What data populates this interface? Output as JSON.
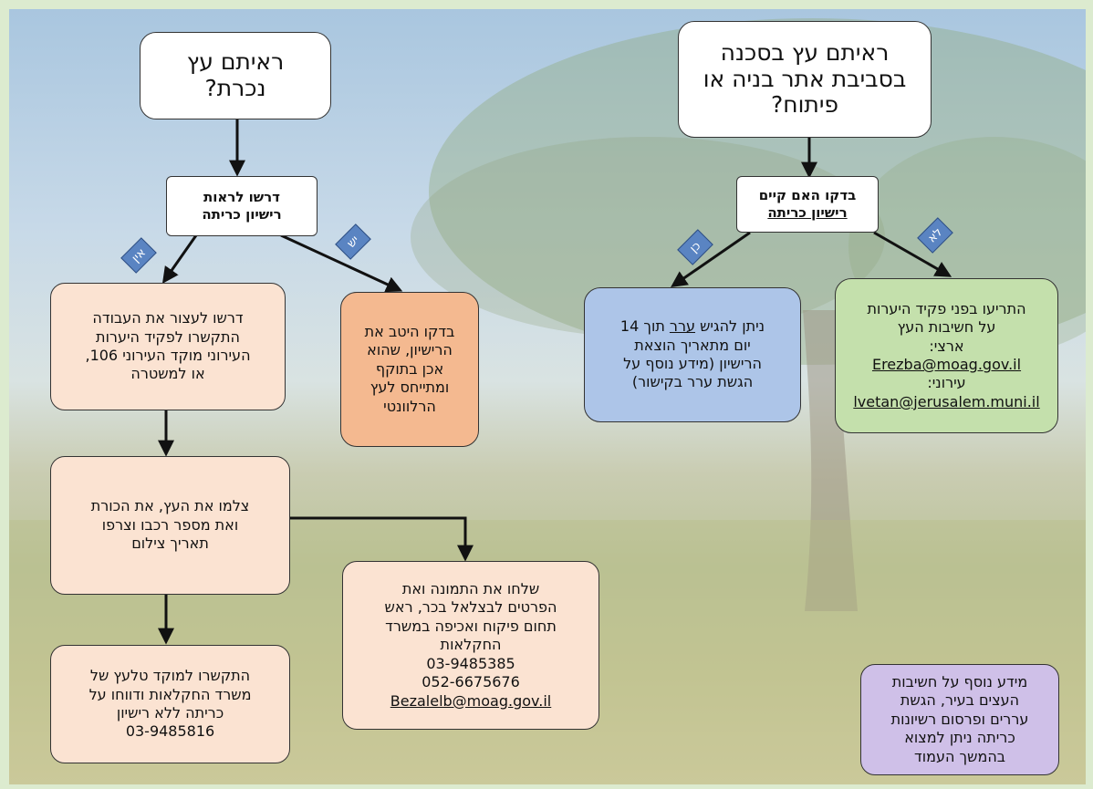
{
  "left_flow": {
    "question": [
      "ראיתם עץ",
      "נכרת?"
    ],
    "check": [
      "דרשו לראות",
      "רישיון כריתה"
    ],
    "branch_no": "אין",
    "branch_yes": "יש",
    "stop_work": [
      "דרשו לעצור את העבודה",
      "התקשרו לפקיד היערות",
      "העירוני מוקד העירוני 106,",
      "או למשטרה"
    ],
    "verify_license": [
      "בדקו היטב את",
      "הרישיון, שהוא",
      "אכן בתוקף",
      "ומתייחס לעץ",
      "הרלוונטי"
    ],
    "photograph": [
      "צלמו את העץ, את הכורת",
      "ואת מספר רכבו וצרפו",
      "תאריך צילום"
    ],
    "hotline": [
      "התקשרו למוקד טלעץ של",
      "משרד החקלאות ודווחו על",
      "כריתה ללא רישיון",
      "03-9485816"
    ],
    "send_photo": {
      "lines": [
        "שלחו את התמונה ואת",
        "הפרטים לבצלאל בכר, ראש",
        "תחום פיקוח ואכיפה במשרד",
        "החקלאות"
      ],
      "phone1": "03-9485385",
      "phone2": "052-6675676",
      "email": "Bezalelb@moag.gov.il"
    }
  },
  "right_flow": {
    "question": [
      "ראיתם עץ בסכנה",
      "בסביבת אתר בניה או",
      "פיתוח?"
    ],
    "check": {
      "line1": "בדקו האם קיים",
      "line2": "רישיון כריתה"
    },
    "branch_yes": "כן",
    "branch_no": "לא",
    "appeal": {
      "l1_pre": "ניתן להגיש ",
      "l1_link": "ערר",
      "l1_post": " תוך 14",
      "lines": [
        "יום מתאריך הוצאת",
        "הרישיון (מידע נוסף על",
        "הגשת ערר בקישור)"
      ]
    },
    "notify": {
      "lines": [
        "התריעו בפני פקיד היערות",
        "על חשיבות העץ"
      ],
      "national_label": "ארצי:",
      "national_email": "Erezba@moag.gov.il",
      "municipal_label": "עירוני:",
      "municipal_email": "lvetan@jerusalem.muni.il"
    }
  },
  "more_info": [
    "מידע נוסף על חשיבות",
    "העצים בעיר, הגשת",
    "עררים ופרסום רשיונות",
    "כריתה ניתן למצוא",
    "בהמשך העמוד"
  ],
  "colors": {
    "peach": "#fbe3d2",
    "orange": "#f4b990",
    "blue": "#adc5e8",
    "green": "#c4e0ac",
    "purple": "#cfc0e8",
    "tag": "#5a84c2",
    "border_frame": "#dcebcf"
  }
}
